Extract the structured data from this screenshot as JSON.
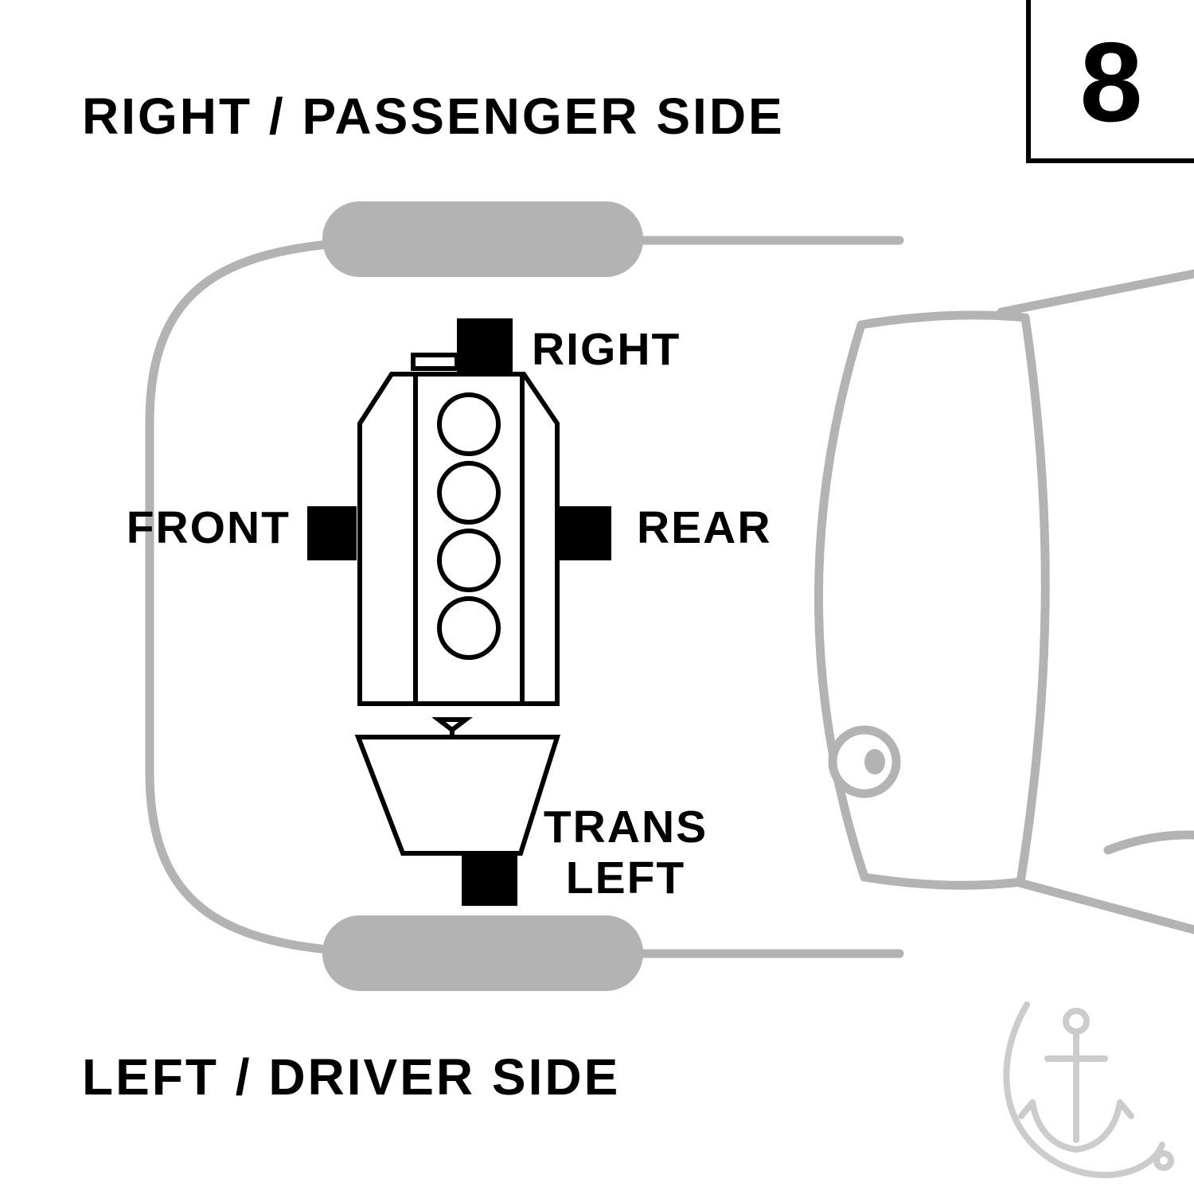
{
  "titles": {
    "top": "RIGHT / PASSENGER SIDE",
    "bottom": "LEFT / DRIVER SIDE"
  },
  "page_number": "8",
  "mounts": {
    "right": "RIGHT",
    "front": "FRONT",
    "rear": "REAR",
    "trans_line1": "TRANS",
    "trans_line2": "LEFT"
  },
  "icons": {
    "watermark": "anchor-logo-icon"
  },
  "colors": {
    "car_outline": "#b3b3b3",
    "engine_outline": "#000000",
    "mount_fill": "#000000",
    "watermark": "#cccccc",
    "background": "#ffffff"
  }
}
